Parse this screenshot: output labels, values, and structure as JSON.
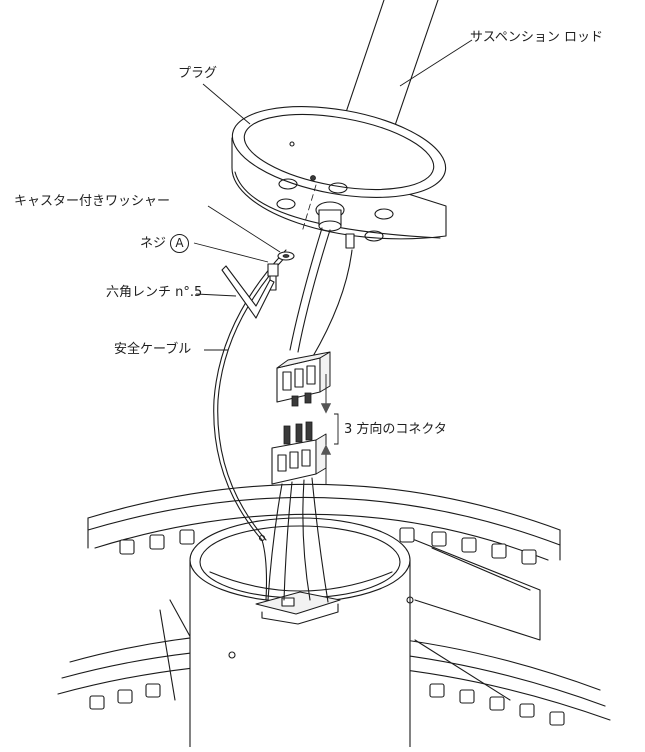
{
  "labels": {
    "suspension_rod": "サスペンション ロッド",
    "plug": "プラグ",
    "washer": "キャスター付きワッシャー",
    "screw": "ネジ",
    "screw_marker": "A",
    "hex_wrench": "六角レンチ n°.5",
    "safety_cable": "安全ケーブル",
    "connector": "3 方向のコネクタ"
  },
  "colors": {
    "line": "#1b1b1b",
    "background": "#ffffff",
    "dark_fill": "#3a3a3a"
  }
}
